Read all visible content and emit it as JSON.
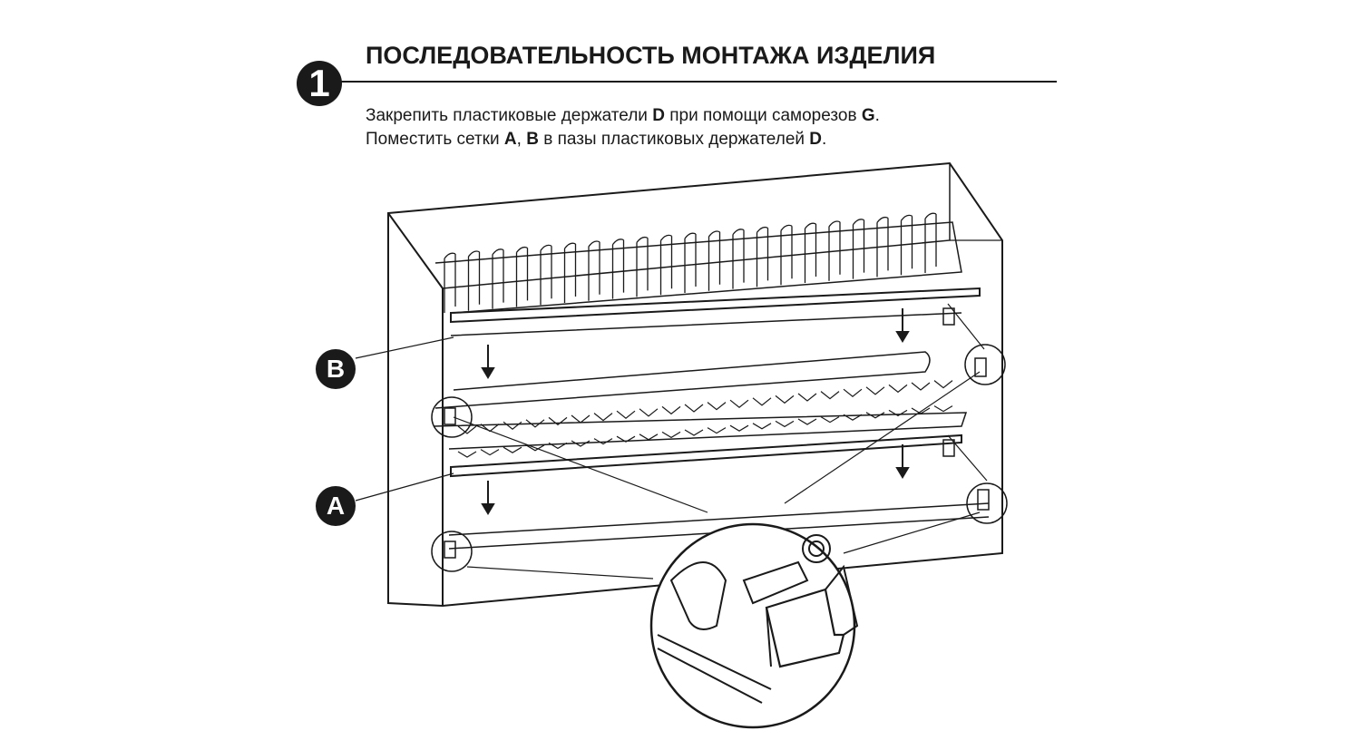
{
  "step": {
    "number": "1",
    "title": "ПОСЛЕДОВАТЕЛЬНОСТЬ МОНТАЖА ИЗДЕЛИЯ"
  },
  "instructions": {
    "line1": {
      "a": "Закрепить пластиковые держатели ",
      "b1": "D",
      "c": " при помощи саморезов ",
      "b2": "G",
      "d": "."
    },
    "line2": {
      "a": "Поместить сетки ",
      "b1": "A",
      "c": ", ",
      "b2": "B",
      "d": " в пазы пластиковых держателей ",
      "b3": "D",
      "e": "."
    }
  },
  "labels": {
    "rack_b": "B",
    "rack_a": "A"
  }
}
